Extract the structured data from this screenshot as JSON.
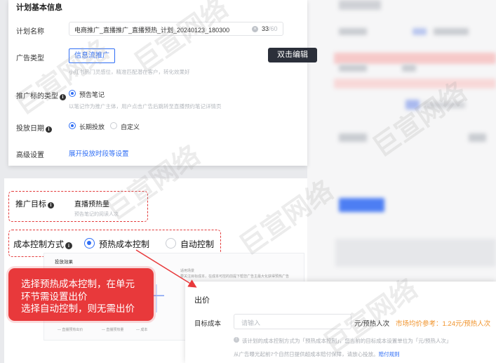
{
  "basic_info": {
    "section_title": "计划基本信息",
    "plan_name_label": "计划名称",
    "plan_name_value": "电商推广_直播推广_直播预热_计划_20240123_180300",
    "plan_name_count": "33",
    "plan_name_max": "/60",
    "ad_type_label": "广告类型",
    "ad_type_button": "信息流推广",
    "ad_type_hint": "小红书热门灵感位，精准匹配潜在客户，转化效果好",
    "target_type_label": "推广标的类型",
    "target_type_option": "预告笔记",
    "target_type_hint": "以笔记作为推广主体，用户点击广告后跳转至直播预约笔记详情页",
    "date_label": "投放日期",
    "date_option_long": "长期投放",
    "date_option_custom": "自定义",
    "advanced_label": "高级设置",
    "advanced_link": "展开投放时段等设置"
  },
  "tooltip": "双击编辑",
  "goal": {
    "label": "推广目标",
    "value": "直播预热量",
    "hint": "预告笔记的阅读人次"
  },
  "cost_control": {
    "label": "成本控制方式",
    "option_preheat": "预热成本控制",
    "option_auto": "自动控制"
  },
  "preview": {
    "title": "投放效果",
    "line1": "适用场景",
    "line2": "要关注目标成本，在成本可控的前提下帮您广告主最大化获得预热广告",
    "legend1": "— 直播预热出价",
    "legend2": "— 直播预热量",
    "legend3": "— 成本"
  },
  "callout": {
    "line1": "选择预热成本控制，在单元",
    "line2": "环节需设置出价",
    "line3": "选择自动控制，则无需出价"
  },
  "bid": {
    "title": "出价",
    "target_cost_label": "目标成本",
    "input_placeholder": "请输入",
    "unit": "元/预热人次",
    "market_ref": "市场均价参考：1.24元/预热人次",
    "note1": "该计划的成本控制方式为「预热成本控制」，您当前的目标成本设置单位为「元/预热人次」",
    "note2_prefix": "从广告曝光起前7个自然日提供超成本赔付保障，请放心投放。",
    "note2_link": "赔付规则"
  },
  "watermark": "巨宣网络",
  "colors": {
    "accent": "#2f6ef5",
    "alert_red": "#e8393b",
    "market_ref_orange": "#f0932b"
  }
}
